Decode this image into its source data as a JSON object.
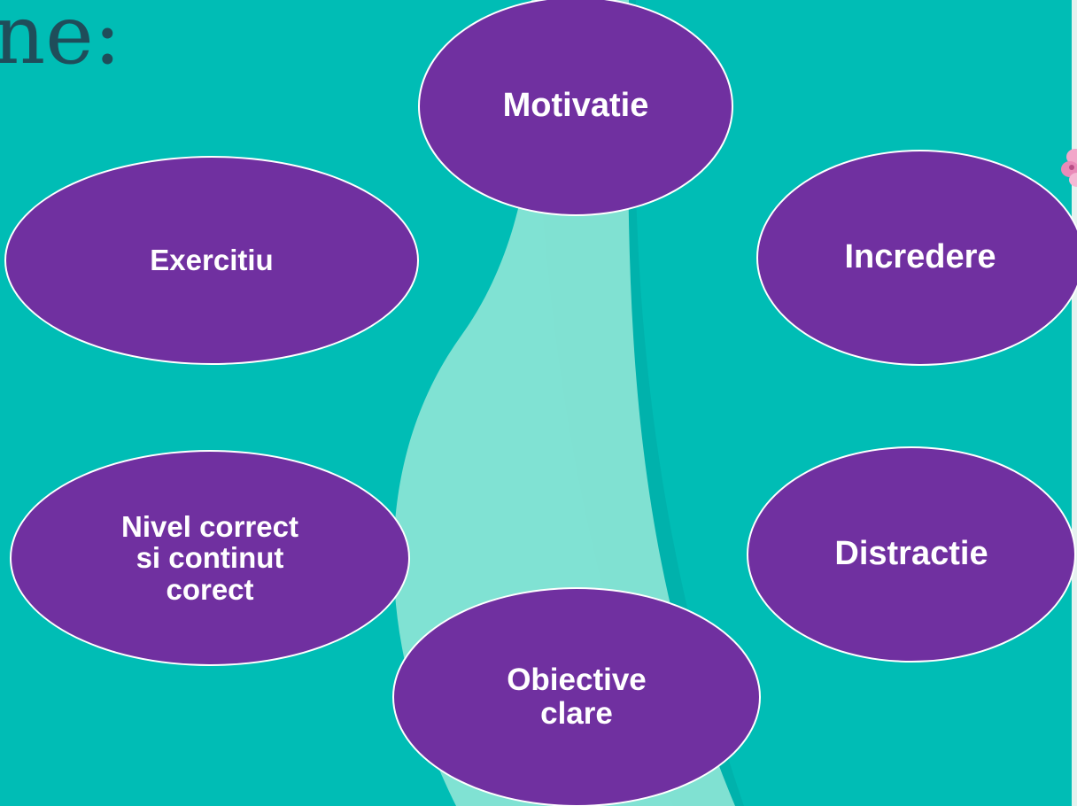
{
  "slide": {
    "title_fragment": "ne:",
    "colors": {
      "background": "#00bdb5",
      "wave": "#8ee6d6",
      "wave_dark": "#00a9a3",
      "node_fill": "#7030a0",
      "node_border": "#ffffff",
      "title": "#1f4d5a"
    }
  },
  "diagram": {
    "nodes": [
      {
        "id": "motivatie",
        "label": "Motivatie"
      },
      {
        "id": "incredere",
        "label": "Incredere"
      },
      {
        "id": "distractie",
        "label": "Distractie"
      },
      {
        "id": "obiective",
        "label": "Obiective\nclare"
      },
      {
        "id": "nivel",
        "label": "Nivel correct\nsi continut\ncorect"
      },
      {
        "id": "exercitiu",
        "label": "Exercitiu"
      }
    ]
  },
  "decorations": {
    "right_edge_flower": "flower-icon"
  }
}
